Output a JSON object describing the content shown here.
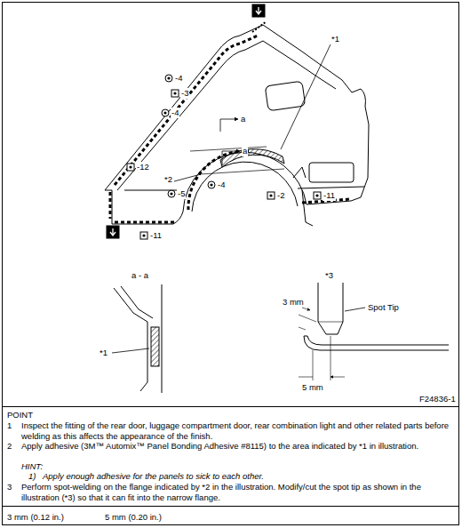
{
  "diagram": {
    "labels": [
      "*1",
      "-4",
      "-3",
      "-4",
      "a",
      "a",
      "-12",
      "*2",
      "-5",
      "-4",
      "-2",
      "-11",
      "-11",
      "a - a",
      "*1",
      "*3",
      "3 mm",
      "Spot Tip",
      "5 mm",
      "F24836-1",
      "POINT",
      "1",
      "Inspect the fitting of the rear door, luggage compartment door, rear combination light and other related parts before welding as this affects the appearance of the finish.",
      "2",
      "Apply adhesive (3M™ Automix™ Panel Bonding Adhesive #8115) to the area indicated by *1 in illustration.",
      "HINT:",
      "1)",
      "Apply enough adhesive for the panels to sick to each other.",
      "3",
      "Perform spot-welding on the flange indicated by *2 in the illustration. Modify/cut the spot tip as shown in the illustration (*3) so that it can fit into the narrow flange.",
      "3 mm (0.12 in.)",
      "5 mm (0.20 in.)"
    ]
  }
}
